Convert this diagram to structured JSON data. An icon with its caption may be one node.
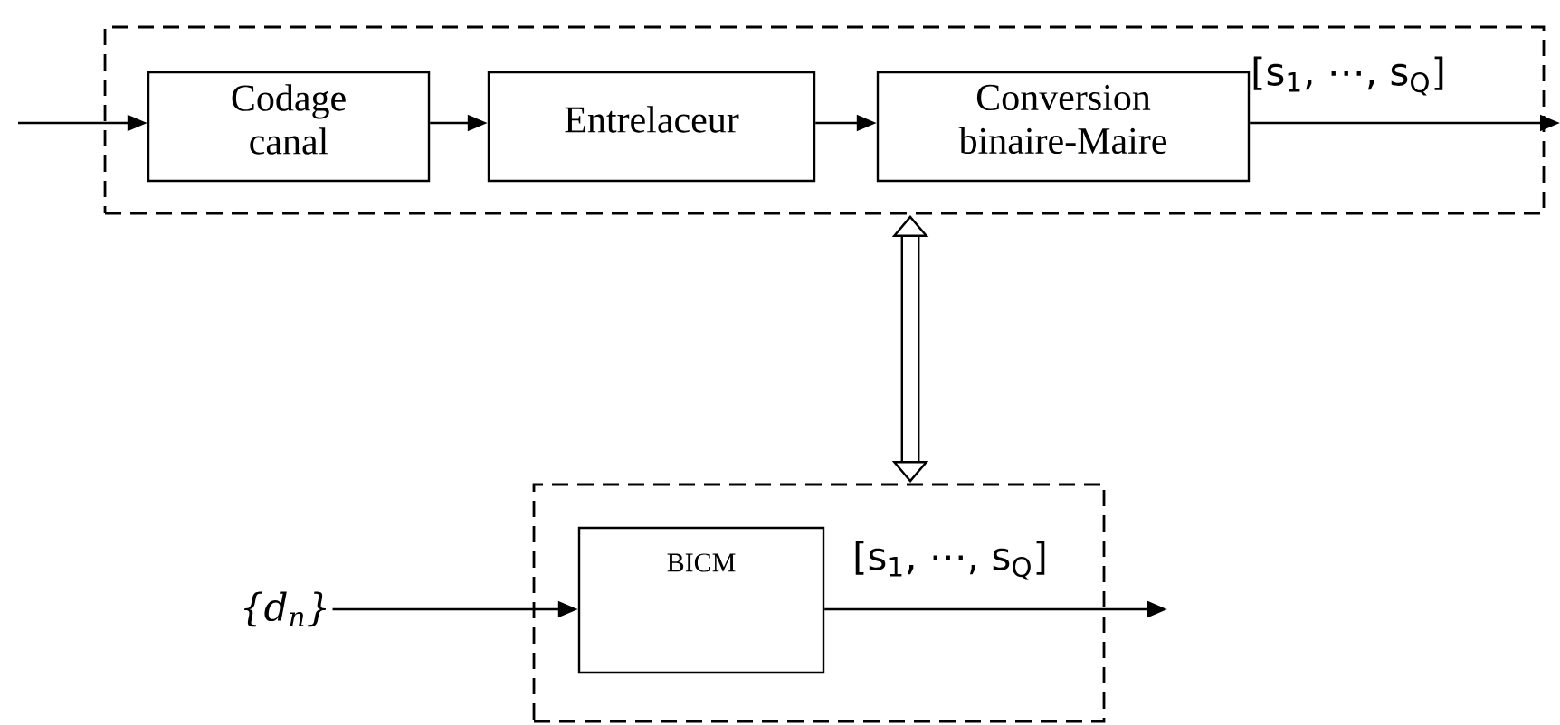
{
  "diagram": {
    "nodes": [
      {
        "text": [],
        "shape": "box"
      },
      {
        "text": [
          "Codage canal"
        ],
        "in": 0
      },
      {
        "text": [
          "Entrelaceur"
        ],
        "in": 0
      },
      {
        "text": [
          "Conversion binaire-Maire"
        ],
        "in": 0
      },
      {
        "text": [],
        "shape": "box"
      },
      {
        "text": [
          "BICM"
        ],
        "in": 4
      },
      {
        "text": [
          "{d$_{n}$}"
        ]
      }
    ],
    "edges": [
      {
        "from": null,
        "to": 1,
        "arrow": "to"
      },
      {
        "from": 1,
        "to": 2,
        "arrow": "to"
      },
      {
        "from": 2,
        "to": 3,
        "arrow": "to"
      },
      {
        "from": 3,
        "to": null,
        "arrow": "to",
        "label": "[s$_{1}$, ⋯, s$_{Q}$]"
      },
      {
        "from": 0,
        "to": 4,
        "arrow": "both",
        "style": "thick"
      },
      {
        "from": 6,
        "to": 5,
        "arrow": "to"
      },
      {
        "from": 5,
        "to": null,
        "arrow": "to",
        "label": "[s$_{1}$, ⋯, s$_{Q}$]"
      }
    ]
  }
}
